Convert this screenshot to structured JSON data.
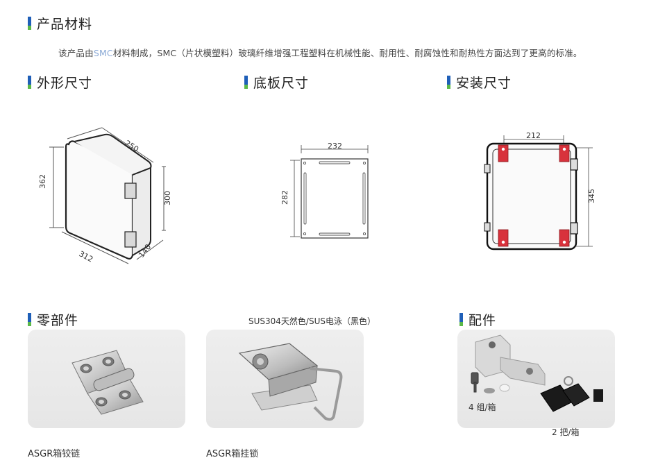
{
  "sections": {
    "materials": "产品材料",
    "outer_size": "外形尺寸",
    "base_size": "底板尺寸",
    "mount_size": "安装尺寸",
    "parts": "零部件",
    "accessories": "配件"
  },
  "intro": {
    "prefix": "该产品由",
    "smc": "SMC",
    "suffix": "材料制成，SMC（片状模塑料）玻璃纤维增强工程塑料在机械性能、耐用性、耐腐蚀性和耐热性方面达到了更高的标准。"
  },
  "dims": {
    "outer": {
      "width": "250",
      "height": "362",
      "front_height": "300",
      "length": "312",
      "depth": "140"
    },
    "base": {
      "width": "232",
      "height": "282"
    },
    "mount": {
      "width": "212",
      "height": "345"
    }
  },
  "parts": {
    "latch_note": "SUS304天然色/SUS电泳（黑色）",
    "hinge_caption": "ASGR箱铰链",
    "latch_caption": "ASGR箱挂锁"
  },
  "accessories": {
    "mount_qty": "4 组/箱",
    "key_qty": "2 把/箱"
  },
  "colors": {
    "heading_bar_blue": "#1f5fb8",
    "heading_bar_green": "#5bb848",
    "mount_mark_red": "#d8323c",
    "card_bg": "#eeeeee"
  }
}
